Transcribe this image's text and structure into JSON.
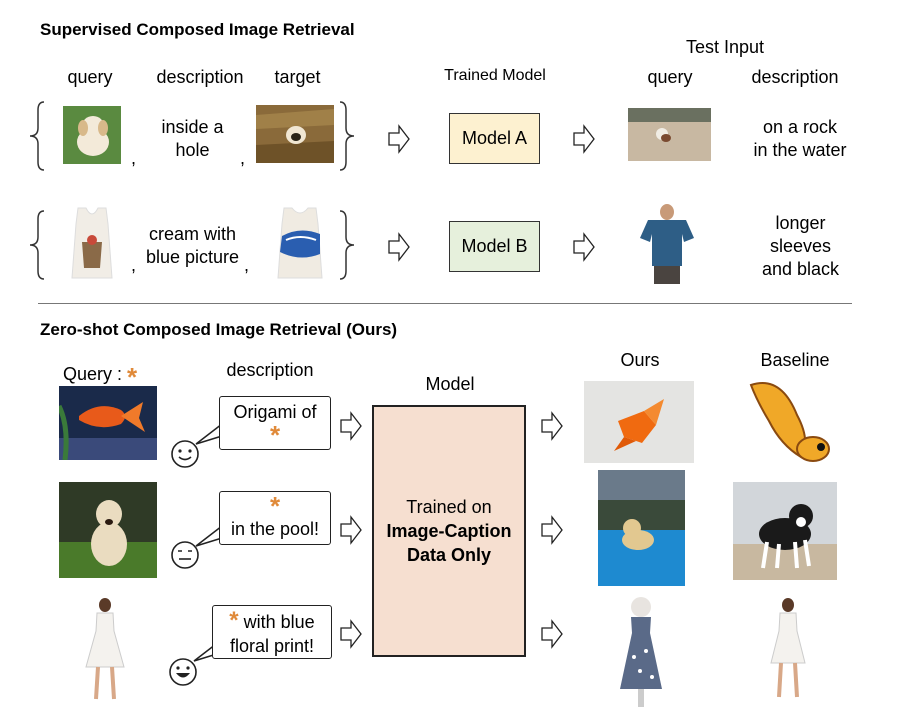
{
  "top": {
    "title": "Supervised Composed Image Retrieval",
    "col_query": "query",
    "col_description": "description",
    "col_target": "target",
    "trained_model_label": "Trained Model",
    "test_input_label": "Test Input",
    "test_query": "query",
    "test_description": "description",
    "rows": [
      {
        "desc_line1": "inside a",
        "desc_line2": "hole",
        "model": "Model A",
        "test_line1": "on a rock",
        "test_line2": "in the water",
        "test_line3": ""
      },
      {
        "desc_line1": "cream with",
        "desc_line2": "blue picture",
        "model": "Model B",
        "test_line1": "longer",
        "test_line2": "sleeves",
        "test_line3": "and black"
      }
    ],
    "comma": ","
  },
  "bottom": {
    "title": "Zero-shot Composed Image Retrieval (Ours)",
    "query_label": "Query :",
    "star": "*",
    "description_label": "description",
    "model_label": "Model",
    "ours_label": "Ours",
    "baseline_label": "Baseline",
    "model_text_line1": "Trained on",
    "model_text_line2": "Image-Caption",
    "model_text_line3": "Data Only",
    "bubbles": [
      {
        "line1": "Origami of",
        "line2": ""
      },
      {
        "line1": "",
        "line2": "in the pool!"
      },
      {
        "line1": " with blue",
        "line2": "floral print!"
      }
    ]
  },
  "colors": {
    "model_a_fill": "#fdf1d0",
    "model_b_fill": "#e6f0dc",
    "big_model_fill": "#f6dfd0",
    "star": "#e08a3a"
  }
}
